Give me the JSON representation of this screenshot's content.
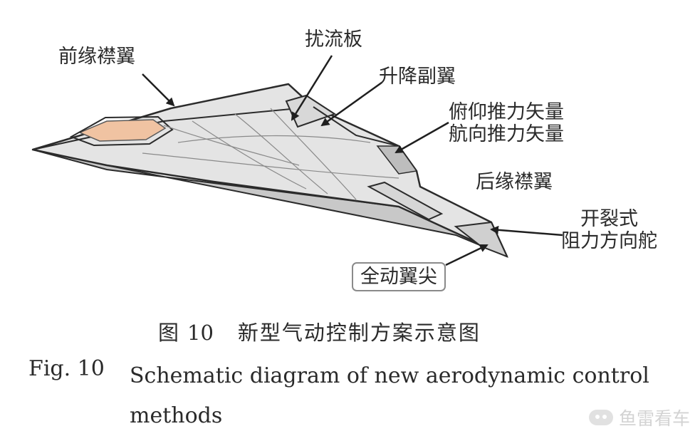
{
  "labels": {
    "leading_edge_flap": "前缘襟翼",
    "spoiler": "扰流板",
    "elevon": "升降副翼",
    "thrust_vector": "俯仰推力矢量\n航向推力矢量",
    "trailing_edge_flap": "后缘襟翼",
    "split_drag_rudder": "开裂式\n阻力方向舵",
    "all_moving_wingtip": "全动翼尖"
  },
  "caption": {
    "cn_prefix": "图",
    "cn_number": "10",
    "cn_title": "新型气动控制方案示意图",
    "en_number": "Fig. 10",
    "en_title": "Schematic diagram of new aerodynamic control methods"
  },
  "watermark": {
    "text": "鱼雷看车",
    "icon": "chat-bubble-icon"
  },
  "colors": {
    "body_fill": "#e4e4e4",
    "body_shade": "#c8c8c8",
    "outline": "#2b2b2b",
    "leading_edge_flap_fill": "#f0c3a2",
    "panel_lines": "#8a8a8a",
    "text": "#2a2a2a"
  }
}
